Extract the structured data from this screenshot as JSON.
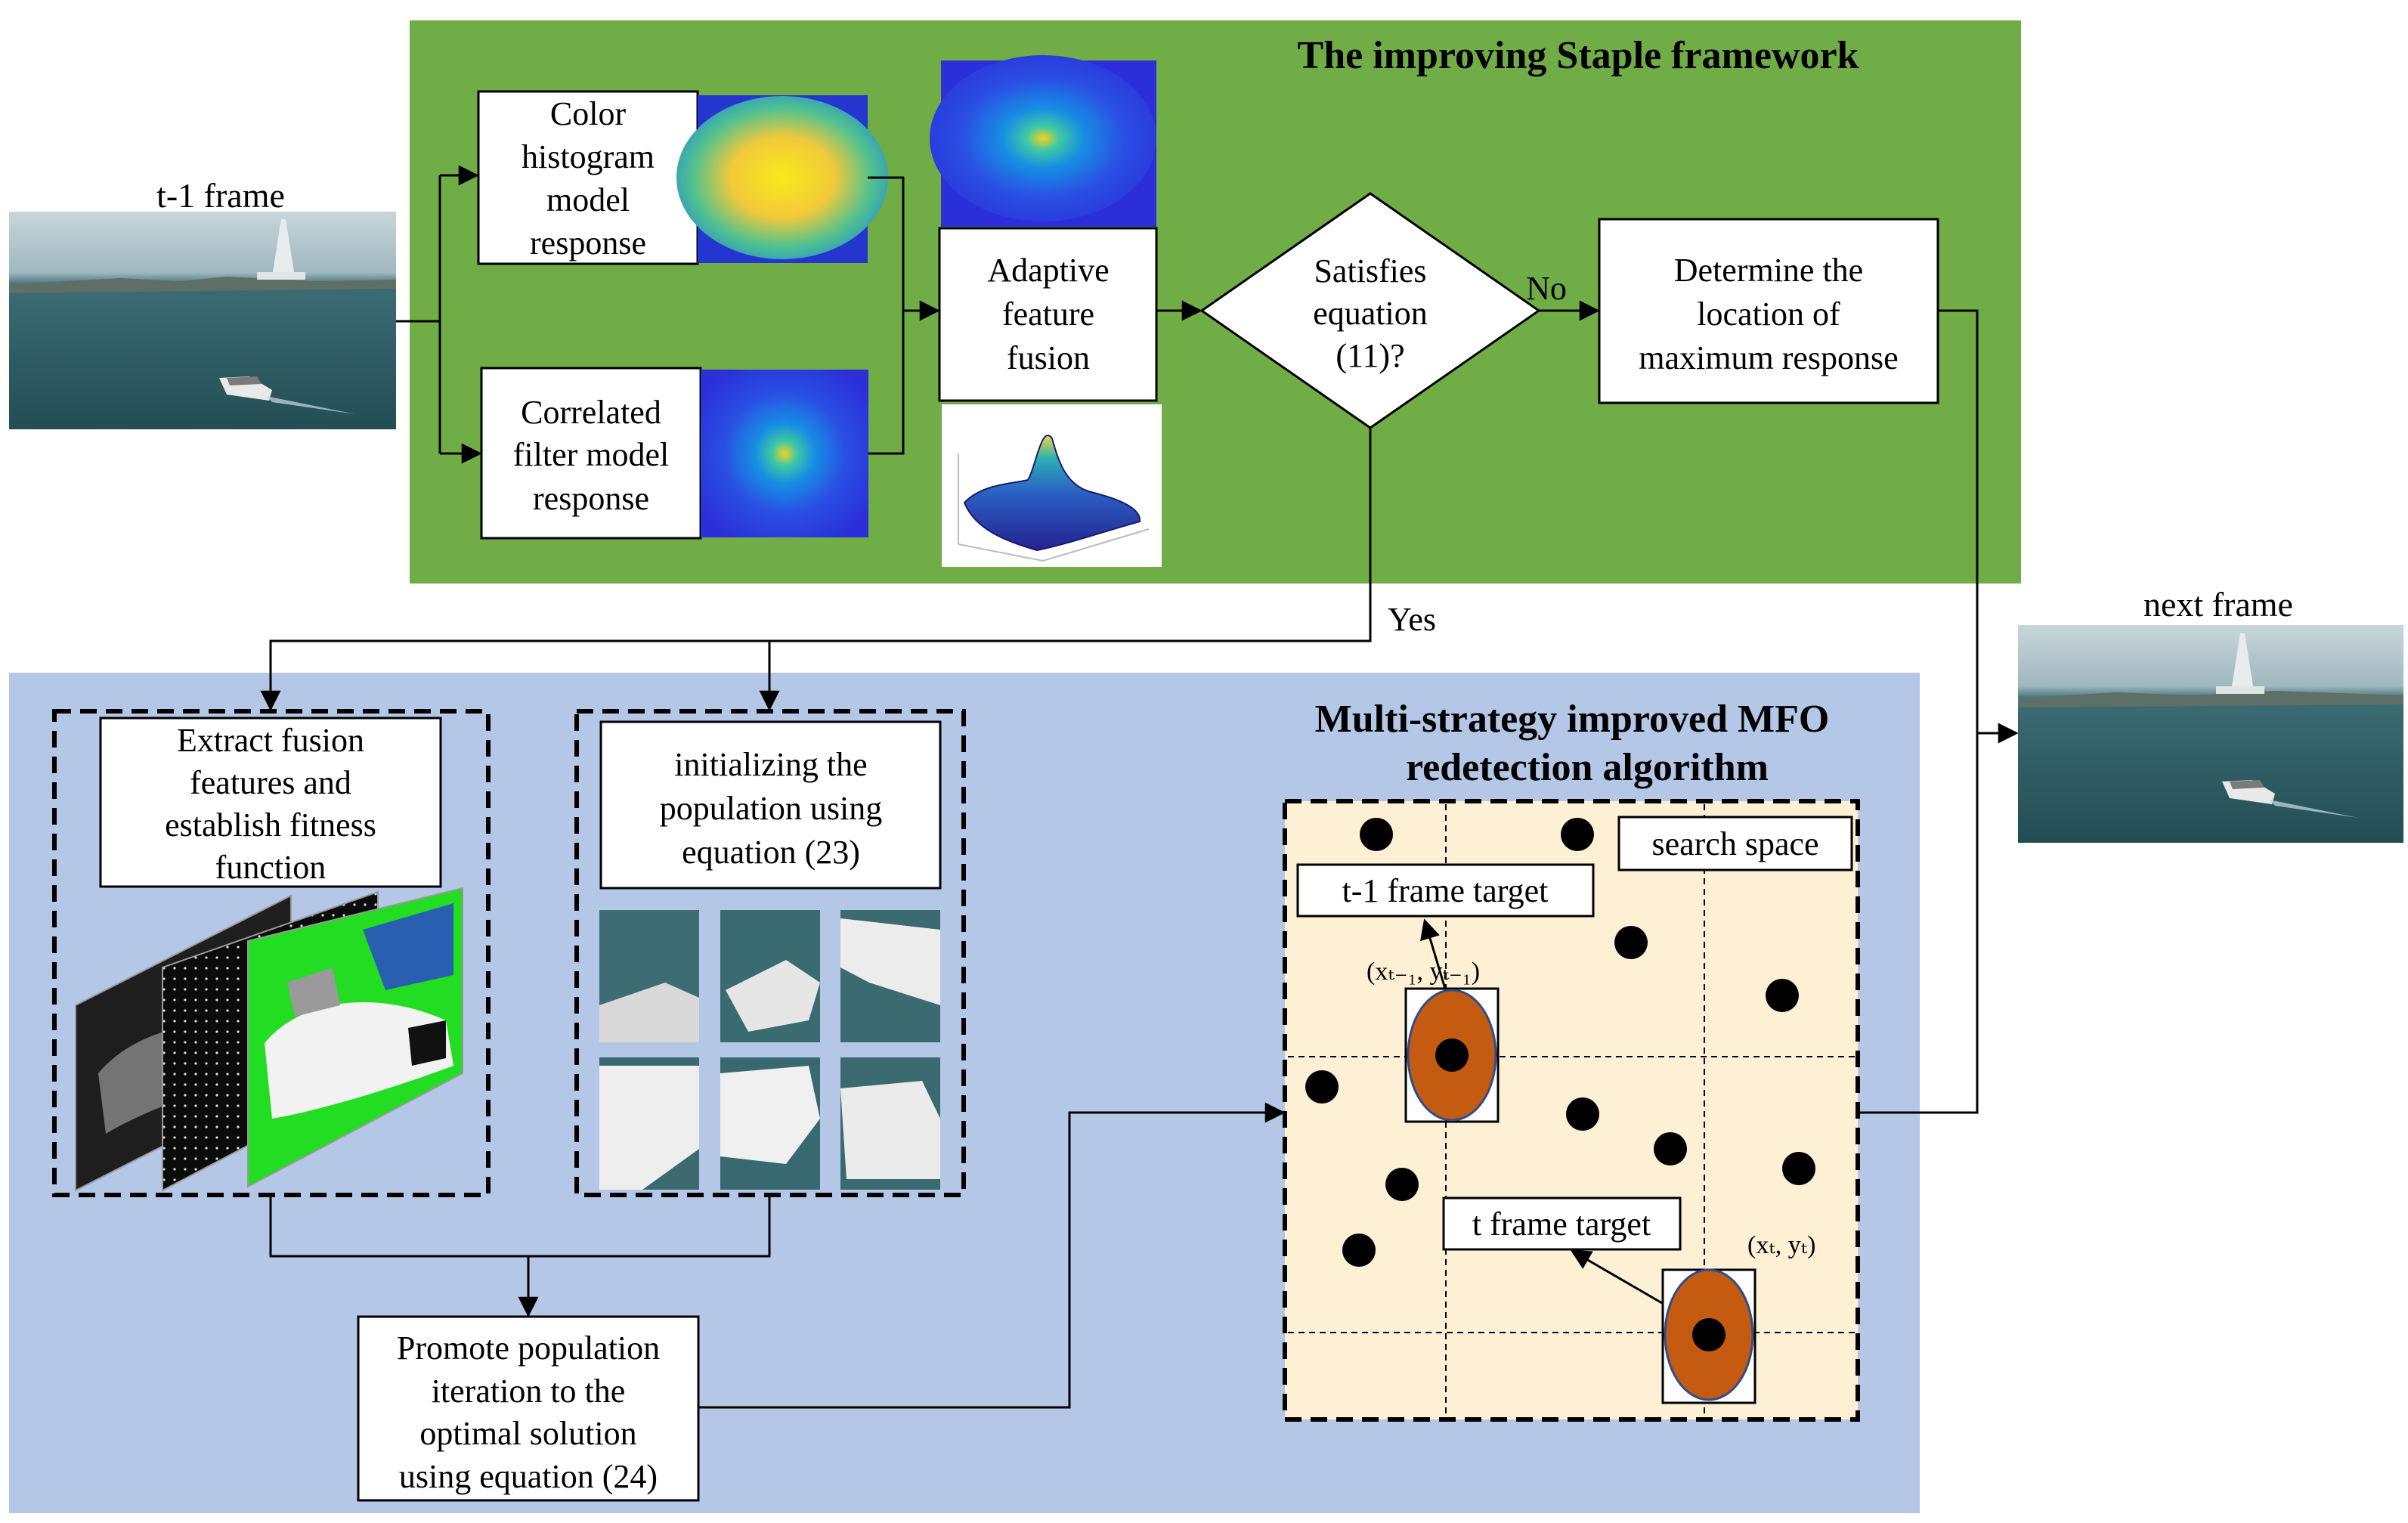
{
  "colors": {
    "staple_panel": "#70ad47",
    "mfo_panel": "#b4c7e7",
    "search_space": "#fdf0d5",
    "target_ellipse": "#c55a11",
    "sea": "#2f5f68",
    "sky": "#b9cbd2",
    "response_low": "#2b2fd9",
    "response_high": "#f4e61c"
  },
  "titles": {
    "staple": "The improving Staple framework",
    "mfo_line1": "Multi-strategy improved MFO",
    "mfo_line2": "redetection algorithm"
  },
  "frames": {
    "prev": "t-1 frame",
    "next": "next frame"
  },
  "boxes": {
    "color_hist": [
      "Color",
      "histogram",
      "model",
      "response"
    ],
    "correlated": [
      "Correlated",
      "filter model",
      "response"
    ],
    "fusion": [
      "Adaptive",
      "feature",
      "fusion"
    ],
    "decision": [
      "Satisfies",
      "equation",
      "(11)?"
    ],
    "max_resp": [
      "Determine the",
      "location of",
      "maximum response"
    ],
    "extract": [
      "Extract fusion",
      "features and",
      "establish fitness",
      "function"
    ],
    "init": [
      "initializing the",
      "population using",
      "equation (23)"
    ],
    "promote": [
      "Promote population",
      "iteration to the",
      "optimal solution",
      "using equation (24)"
    ]
  },
  "branch_labels": {
    "no": "No",
    "yes": "Yes"
  },
  "search": {
    "space_label": "search space",
    "prev_target": "t-1 frame target",
    "curr_target": "t frame target",
    "prev_coord": "(xₜ₋₁, yₜ₋₁)",
    "curr_coord": "(xₜ, yₜ)"
  }
}
